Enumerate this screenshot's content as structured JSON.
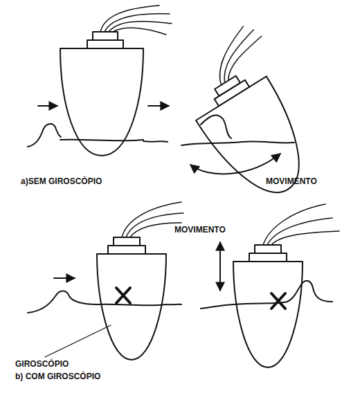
{
  "diagram": {
    "labels": [
      "a)SEM GIROSCÓPIO",
      "MOVIMENTO",
      "MOVIMENTO",
      "GIROSCÓPIO",
      "b) COM GIROSCÓPIO"
    ]
  }
}
